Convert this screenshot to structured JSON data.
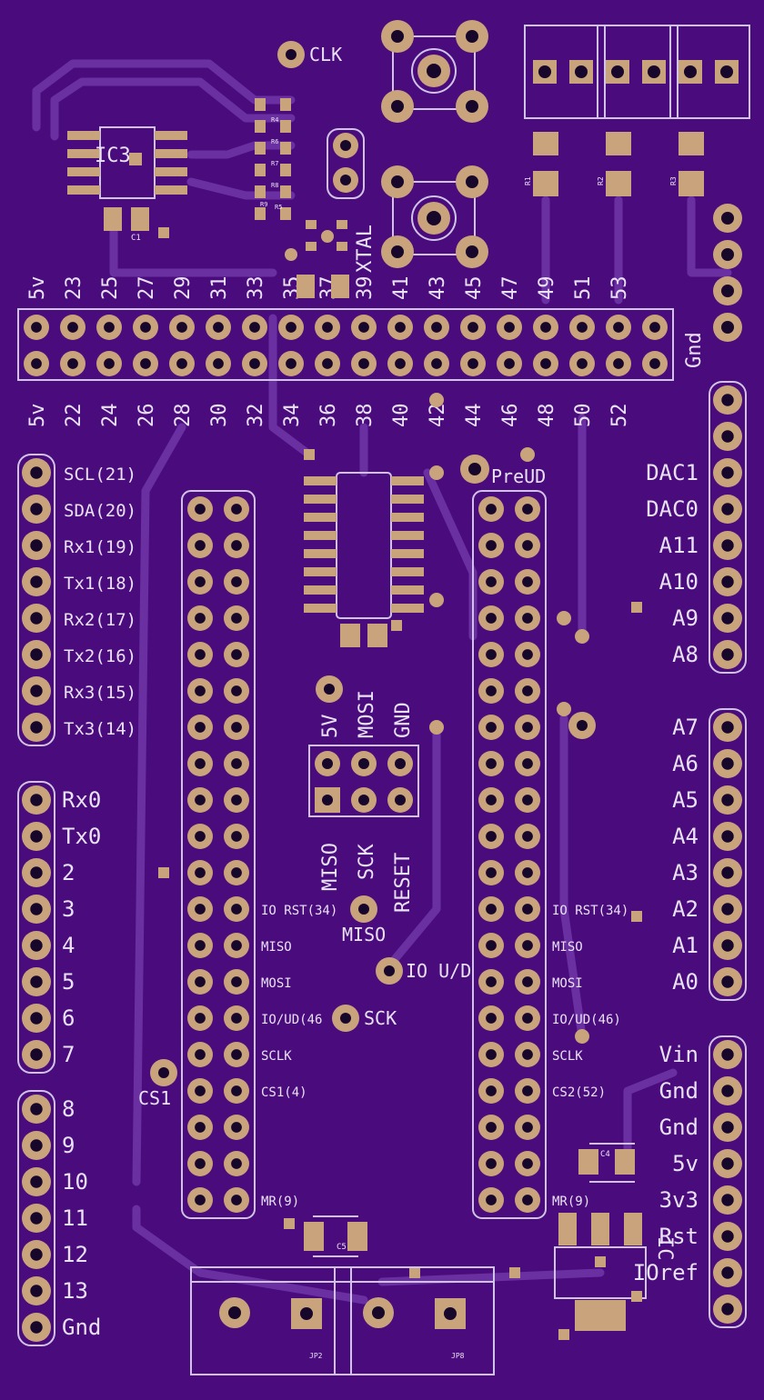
{
  "top_numbers": [
    "5v",
    "23",
    "25",
    "27",
    "29",
    "31",
    "33",
    "35",
    "37",
    "39",
    "41",
    "43",
    "45",
    "47",
    "49",
    "51",
    "53"
  ],
  "bottom_numbers": [
    "5v",
    "22",
    "24",
    "26",
    "28",
    "30",
    "32",
    "34",
    "36",
    "38",
    "40",
    "42",
    "44",
    "46",
    "48",
    "50",
    "52"
  ],
  "header_right_label": "Gnd",
  "left_upper_labels": [
    "SCL(21)",
    "SDA(20)",
    "Rx1(19)",
    "Tx1(18)",
    "Rx2(17)",
    "Tx2(16)",
    "Rx3(15)",
    "Tx3(14)"
  ],
  "left_middle_labels": [
    "Rx0",
    "Tx0",
    "2",
    "3",
    "4",
    "5",
    "6",
    "7"
  ],
  "left_lower_labels": [
    "8",
    "9",
    "10",
    "11",
    "12",
    "13",
    "Gnd"
  ],
  "right_upper_labels": [
    "DAC1",
    "DAC0",
    "A11",
    "A10",
    "A9",
    "A8"
  ],
  "right_middle_labels": [
    "A7",
    "A6",
    "A5",
    "A4",
    "A3",
    "A2",
    "A1",
    "A0"
  ],
  "right_lower_labels": [
    "Vin",
    "Gnd",
    "Gnd",
    "5v",
    "3v3",
    "Rst",
    "IOref"
  ],
  "socket_left_labels": [
    "IO RST(34)",
    "MISO",
    "MOSI",
    "IO/UD(46",
    "SCLK",
    "CS1(4)",
    "MR(9)"
  ],
  "socket_right_labels": [
    "IO RST(34)",
    "MISO",
    "MOSI",
    "IO/UD(46)",
    "SCLK",
    "CS2(52)",
    "MR(9)"
  ],
  "icsp_top_labels": [
    "5V",
    "MOSI",
    "GND"
  ],
  "icsp_bottom_labels": [
    "MISO",
    "SCK",
    "RESET"
  ],
  "testpoints": {
    "clk": "CLK",
    "preud": "PreUD",
    "miso": "MISO",
    "io_ud": "IO U/D",
    "sck": "SCK",
    "cs1": "CS1"
  },
  "parts": {
    "ic3": "IC3",
    "ic_reg": "IC",
    "c1": "C1",
    "c4": "C4",
    "c5": "C5",
    "r1": "R1",
    "r2": "R2",
    "r3": "R3",
    "r4": "R4",
    "r6": "R6",
    "r7": "R7",
    "r8": "R8",
    "r9": "R9",
    "r5": "R5",
    "xtal": "XTAL",
    "jp2": "JP2",
    "jp8": "JP8"
  },
  "colors": {
    "board": "#4a0c7c",
    "pad": "#c9a37c",
    "silk": "#e9e2f6",
    "trace": "#6a2fa0"
  }
}
